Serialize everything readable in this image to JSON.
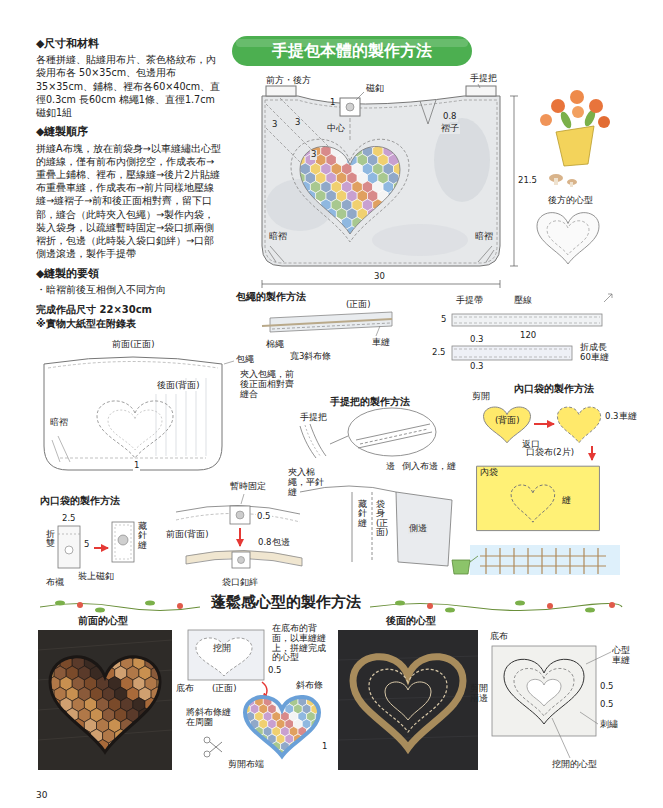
{
  "diagram": {
    "title": "手提包本體的製作方法",
    "nodes": [
      {
        "text": [
          "(背面)"
        ]
      },
      {
        "text": [
          "0.3車縫"
        ]
      },
      {
        "text": [
          "內袋",
          "縫"
        ]
      }
    ],
    "edges": [
      {
        "from": 0,
        "to": 1,
        "arrow": "to"
      },
      {
        "from": 1,
        "to": 2,
        "arrow": "to"
      }
    ],
    "labels": [
      "◆尺寸和材料",
      "各種拼縫、貼縫用布片、茶色格紋布，內袋用布各 50×35cm、包邊用布35×35cm、鋪棉、裡布各60×40cm、直徑0.3cm 長60cm 棉繩1條、直徑1.7cm磁釦1組",
      "◆縫製順序",
      "拼縫A布塊，放在前袋身→以車縫繡出心型的縫線，僅有前布內側挖空，作成表布→重疊上鋪棉、裡布，壓線縫→後片2片貼縫布重疊車縫，作成表布→前片同樣地壓線縫→縫褶子→前和後正面相對齊，留下口部，縫合（此時夾入包繩）→製作內袋，裝入袋身，以疏縫暫時固定→袋口抓兩側褶折，包邊（此時裝入袋口釦絆）→口部側邊滾邊，製作手提帶",
      "◆縫製的要領",
      "・暗褶前後互相倒入不同方向",
      "完成作品尺寸 22×30cm",
      "※實物大紙型在附錄表",
      "前方・後方",
      "磁釦",
      "1",
      "手提把",
      "3",
      "3",
      "3",
      "中心",
      "0.8",
      "褶子",
      "21.5",
      "暗褶",
      "暗褶",
      "30",
      "後方的心型",
      "包繩的製作方法",
      "(正面)",
      "棉繩",
      "寬3斜布條",
      "車縫",
      "手提帶",
      "壓線",
      "5",
      "120",
      "2.5",
      "0.3",
      "0.3",
      "折成長 60車縫",
      "前面(正面)",
      "包繩",
      "後面(背面)",
      "夾入包繩，前後正面相對齊縫合",
      "暗褶",
      "1",
      "手提把的製作方法",
      "手提把",
      "夾入棉繩，平針縫",
      "邊",
      "倒入布邊，縫",
      "藏針縫",
      "袋身(正面)",
      "側邊",
      "內口袋的製作方法",
      "剪開",
      "返口",
      "口袋布(2片)",
      "內口袋的製作方法",
      "2.5",
      "5",
      "折雙",
      "藏針縫",
      "裝上磁釦",
      "布襯",
      "暫時固定",
      "前面(背面)",
      "0.5",
      "0.8包邊",
      "袋口釦絆",
      "蓬鬆感心型的製作方法",
      "前面的心型",
      "挖開",
      "在底布的背面，以車縫縫上，拼縫完成的心型",
      "底布",
      "0.5",
      "(正面)",
      "斜布條",
      "將斜布條縫在周圍",
      "1",
      "剪開布端",
      "後面的心型",
      "底布",
      "心型車縫",
      "剪開兩邊",
      "0.5",
      "0.5",
      "刺繡",
      "挖開的心型",
      "30"
    ]
  }
}
